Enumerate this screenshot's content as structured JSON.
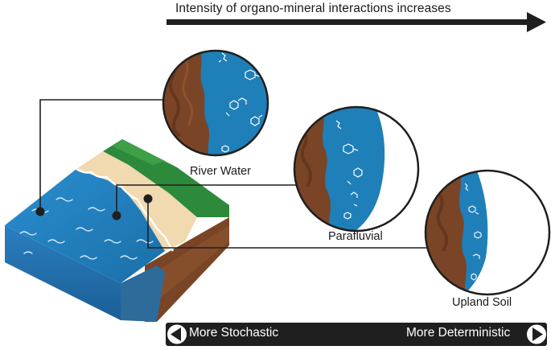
{
  "header": {
    "title": "Intensity of organo-mineral interactions increases"
  },
  "panels": [
    {
      "label": "River Water"
    },
    {
      "label": "Parafluvial"
    },
    {
      "label": "Upland Soil"
    }
  ],
  "scale_bar": {
    "left_label": "More Stochastic",
    "right_label": "More Deterministic"
  },
  "colors": {
    "water": "#1f7fb8",
    "soil": "#7a4526",
    "grass": "#2c8a3a",
    "sand": "#f1d9b0",
    "bar": "#1f1f1f"
  }
}
